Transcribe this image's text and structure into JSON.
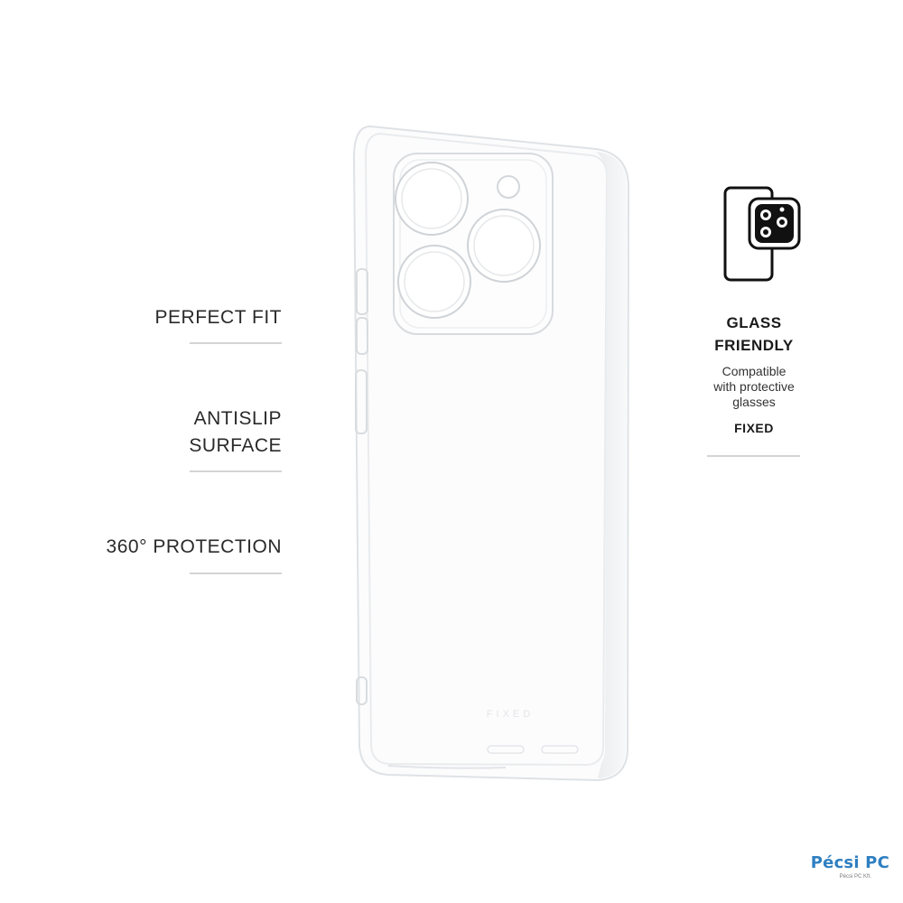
{
  "features": [
    {
      "lines": [
        "PERFECT FIT"
      ]
    },
    {
      "lines": [
        "ANTISLIP",
        "SURFACE"
      ]
    },
    {
      "lines": [
        "360° PROTECTION"
      ]
    }
  ],
  "glass": {
    "title_line1": "GLASS",
    "title_line2": "FRIENDLY",
    "desc_line1": "Compatible",
    "desc_line2": "with protective",
    "desc_line3": "glasses",
    "brand": "FIXED",
    "icon": "phone-camera-glass-icon"
  },
  "case": {
    "engraving": "FIXED",
    "icon": "transparent-phone-case"
  },
  "logo": {
    "main": "Pécsi PC",
    "sub": "Pécsi PC Kft."
  },
  "colors": {
    "background": "#ffffff",
    "text": "#1a1a1a",
    "divider": "#d4d4d4",
    "logo_blue": "#2f7fc1"
  }
}
